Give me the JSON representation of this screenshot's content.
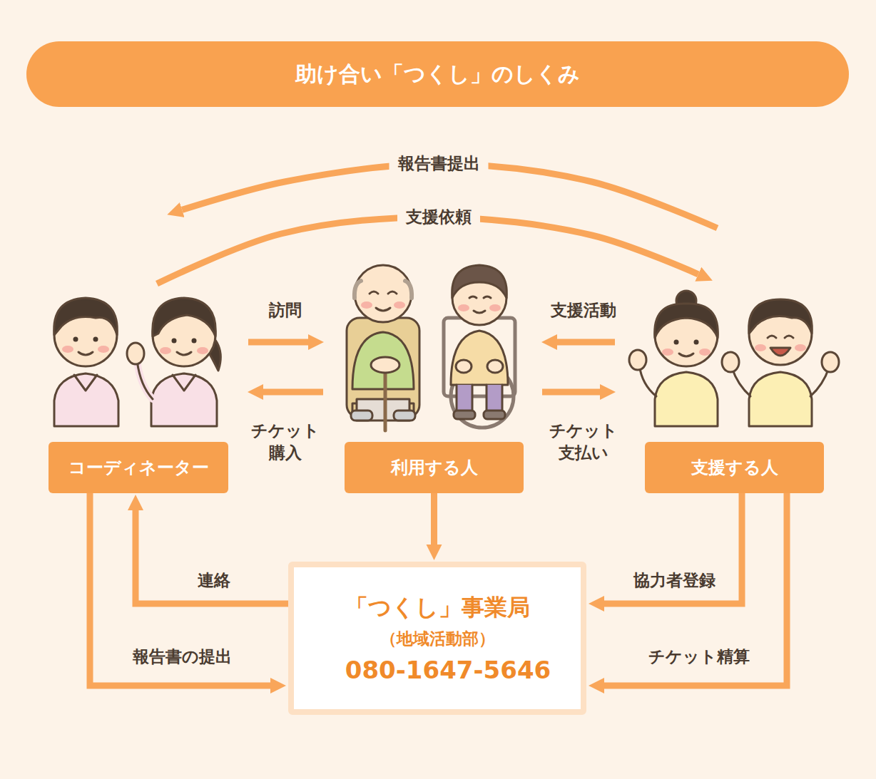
{
  "diagram": {
    "title": "助け合い「つくし」のしくみ",
    "nodes": [
      {
        "text": [
          "コーディネーター"
        ]
      },
      {
        "text": [
          "利用する人"
        ]
      },
      {
        "text": [
          "支援する人"
        ]
      },
      {
        "text": [
          "「つくし」事業局",
          "（地域活動部）",
          "080-1647-5646"
        ]
      }
    ],
    "edges": [
      {
        "from": 0,
        "to": 2,
        "label": "支援依頼",
        "arrow": "to"
      },
      {
        "from": 2,
        "to": 0,
        "label": "報告書提出",
        "arrow": "to"
      },
      {
        "from": 0,
        "to": 1,
        "label": "訪問",
        "arrow": "to"
      },
      {
        "from": 1,
        "to": 0,
        "label": "チケット 購入",
        "arrow": "to"
      },
      {
        "from": 2,
        "to": 1,
        "label": "支援活動",
        "arrow": "to"
      },
      {
        "from": 1,
        "to": 2,
        "label": "チケット 支払い",
        "arrow": "to"
      },
      {
        "from": 1,
        "to": 3,
        "arrow": "to"
      },
      {
        "from": 3,
        "to": 0,
        "label": "連絡",
        "arrow": "to"
      },
      {
        "from": 0,
        "to": 3,
        "label": "報告書の提出",
        "arrow": "to"
      },
      {
        "from": 2,
        "to": 3,
        "label": "協力者登録",
        "arrow": "to"
      },
      {
        "from": 2,
        "to": 3,
        "label": "チケット精算",
        "arrow": "to"
      }
    ]
  }
}
